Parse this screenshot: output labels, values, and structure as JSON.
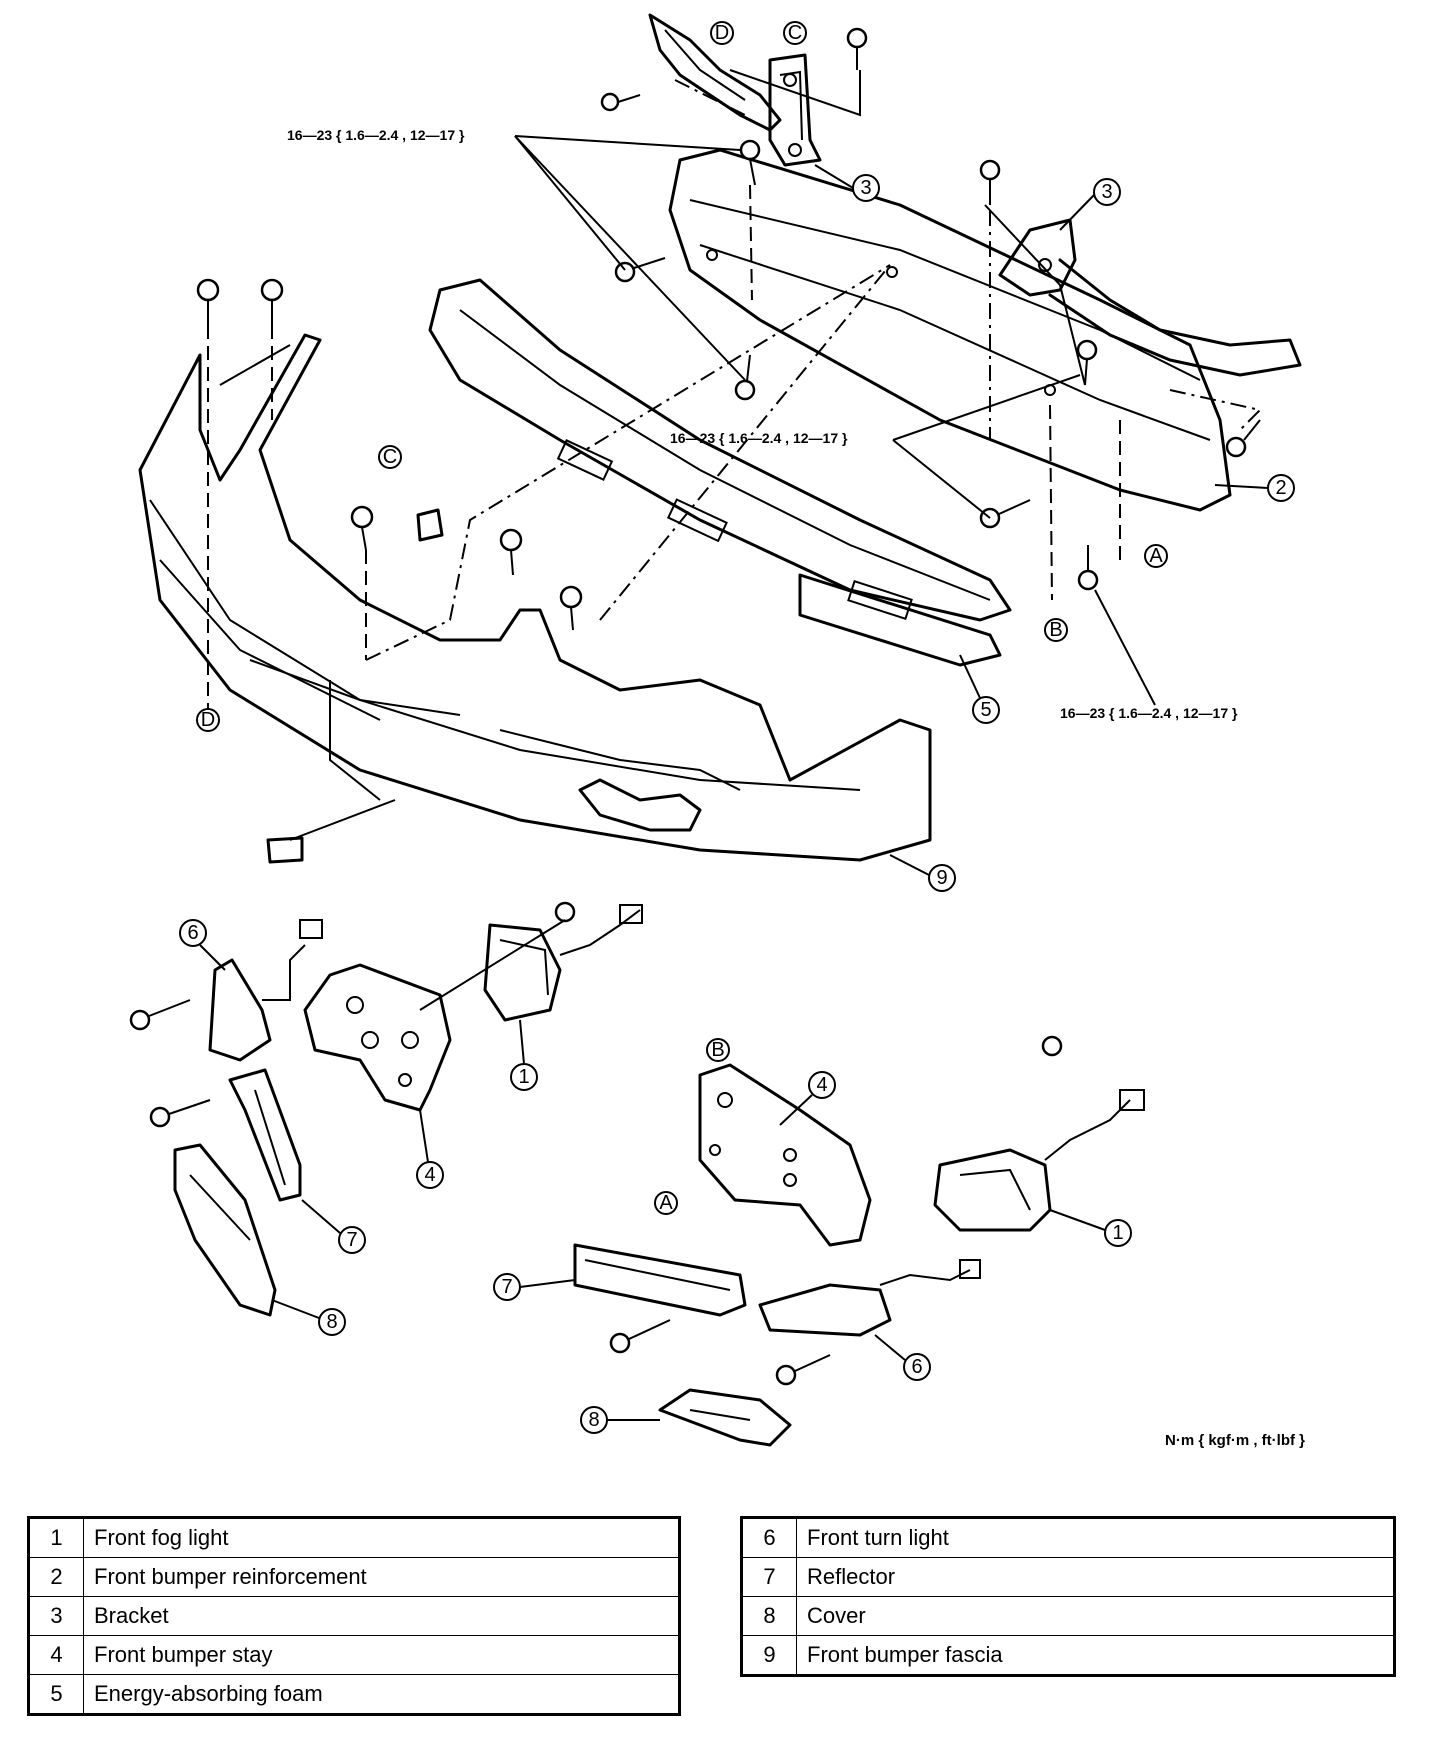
{
  "torque_spec": "16—23 { 1.6—2.4 , 12—17 }",
  "units_label": "N·m { kgf·m , ft·lbf }",
  "reference_letters": [
    "A",
    "B",
    "C",
    "D"
  ],
  "part_numbers": [
    "1",
    "2",
    "3",
    "4",
    "5",
    "6",
    "7",
    "8",
    "9"
  ],
  "legend": {
    "left": [
      {
        "num": "1",
        "name": "Front fog light"
      },
      {
        "num": "2",
        "name": "Front bumper reinforcement"
      },
      {
        "num": "3",
        "name": "Bracket"
      },
      {
        "num": "4",
        "name": "Front bumper stay"
      },
      {
        "num": "5",
        "name": "Energy-absorbing foam"
      }
    ],
    "right": [
      {
        "num": "6",
        "name": "Front turn light"
      },
      {
        "num": "7",
        "name": "Reflector"
      },
      {
        "num": "8",
        "name": "Cover"
      },
      {
        "num": "9",
        "name": "Front bumper fascia"
      }
    ]
  }
}
